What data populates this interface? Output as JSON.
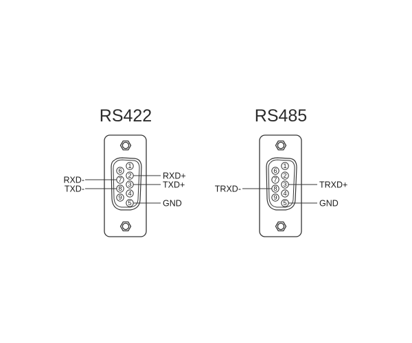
{
  "diagram": {
    "type": "connector-pinout",
    "connectors": [
      {
        "id": "rs422",
        "title": "RS422",
        "pins_left_column": [
          "6",
          "7",
          "8",
          "9"
        ],
        "pins_right_column": [
          "1",
          "2",
          "3",
          "4",
          "5"
        ],
        "labels": [
          {
            "pin": "7",
            "text": "RXD-",
            "side": "left"
          },
          {
            "pin": "8",
            "text": "TXD-",
            "side": "left"
          },
          {
            "pin": "2",
            "text": "RXD+",
            "side": "right"
          },
          {
            "pin": "3",
            "text": "TXD+",
            "side": "right"
          },
          {
            "pin": "5",
            "text": "GND",
            "side": "right"
          }
        ]
      },
      {
        "id": "rs485",
        "title": "RS485",
        "pins_left_column": [
          "6",
          "7",
          "8",
          "9"
        ],
        "pins_right_column": [
          "1",
          "2",
          "3",
          "4",
          "5"
        ],
        "labels": [
          {
            "pin": "8",
            "text": "TRXD-",
            "side": "left"
          },
          {
            "pin": "3",
            "text": "TRXD+",
            "side": "right"
          },
          {
            "pin": "5",
            "text": "GND",
            "side": "right"
          }
        ]
      }
    ],
    "colors": {
      "line": "#333333",
      "text": "#1a1a1a",
      "background": "#ffffff"
    }
  },
  "rs422": {
    "title": "RS422",
    "pins": {
      "p1": "1",
      "p2": "2",
      "p3": "3",
      "p4": "4",
      "p5": "5",
      "p6": "6",
      "p7": "7",
      "p8": "8",
      "p9": "9"
    },
    "labels": {
      "rxd_minus": "RXD-",
      "txd_minus": "TXD-",
      "rxd_plus": "RXD+",
      "txd_plus": "TXD+",
      "gnd": "GND"
    }
  },
  "rs485": {
    "title": "RS485",
    "pins": {
      "p1": "1",
      "p2": "2",
      "p3": "3",
      "p4": "4",
      "p5": "5",
      "p6": "6",
      "p7": "7",
      "p8": "8",
      "p9": "9"
    },
    "labels": {
      "trxd_minus": "TRXD-",
      "trxd_plus": "TRXD+",
      "gnd": "GND"
    }
  }
}
